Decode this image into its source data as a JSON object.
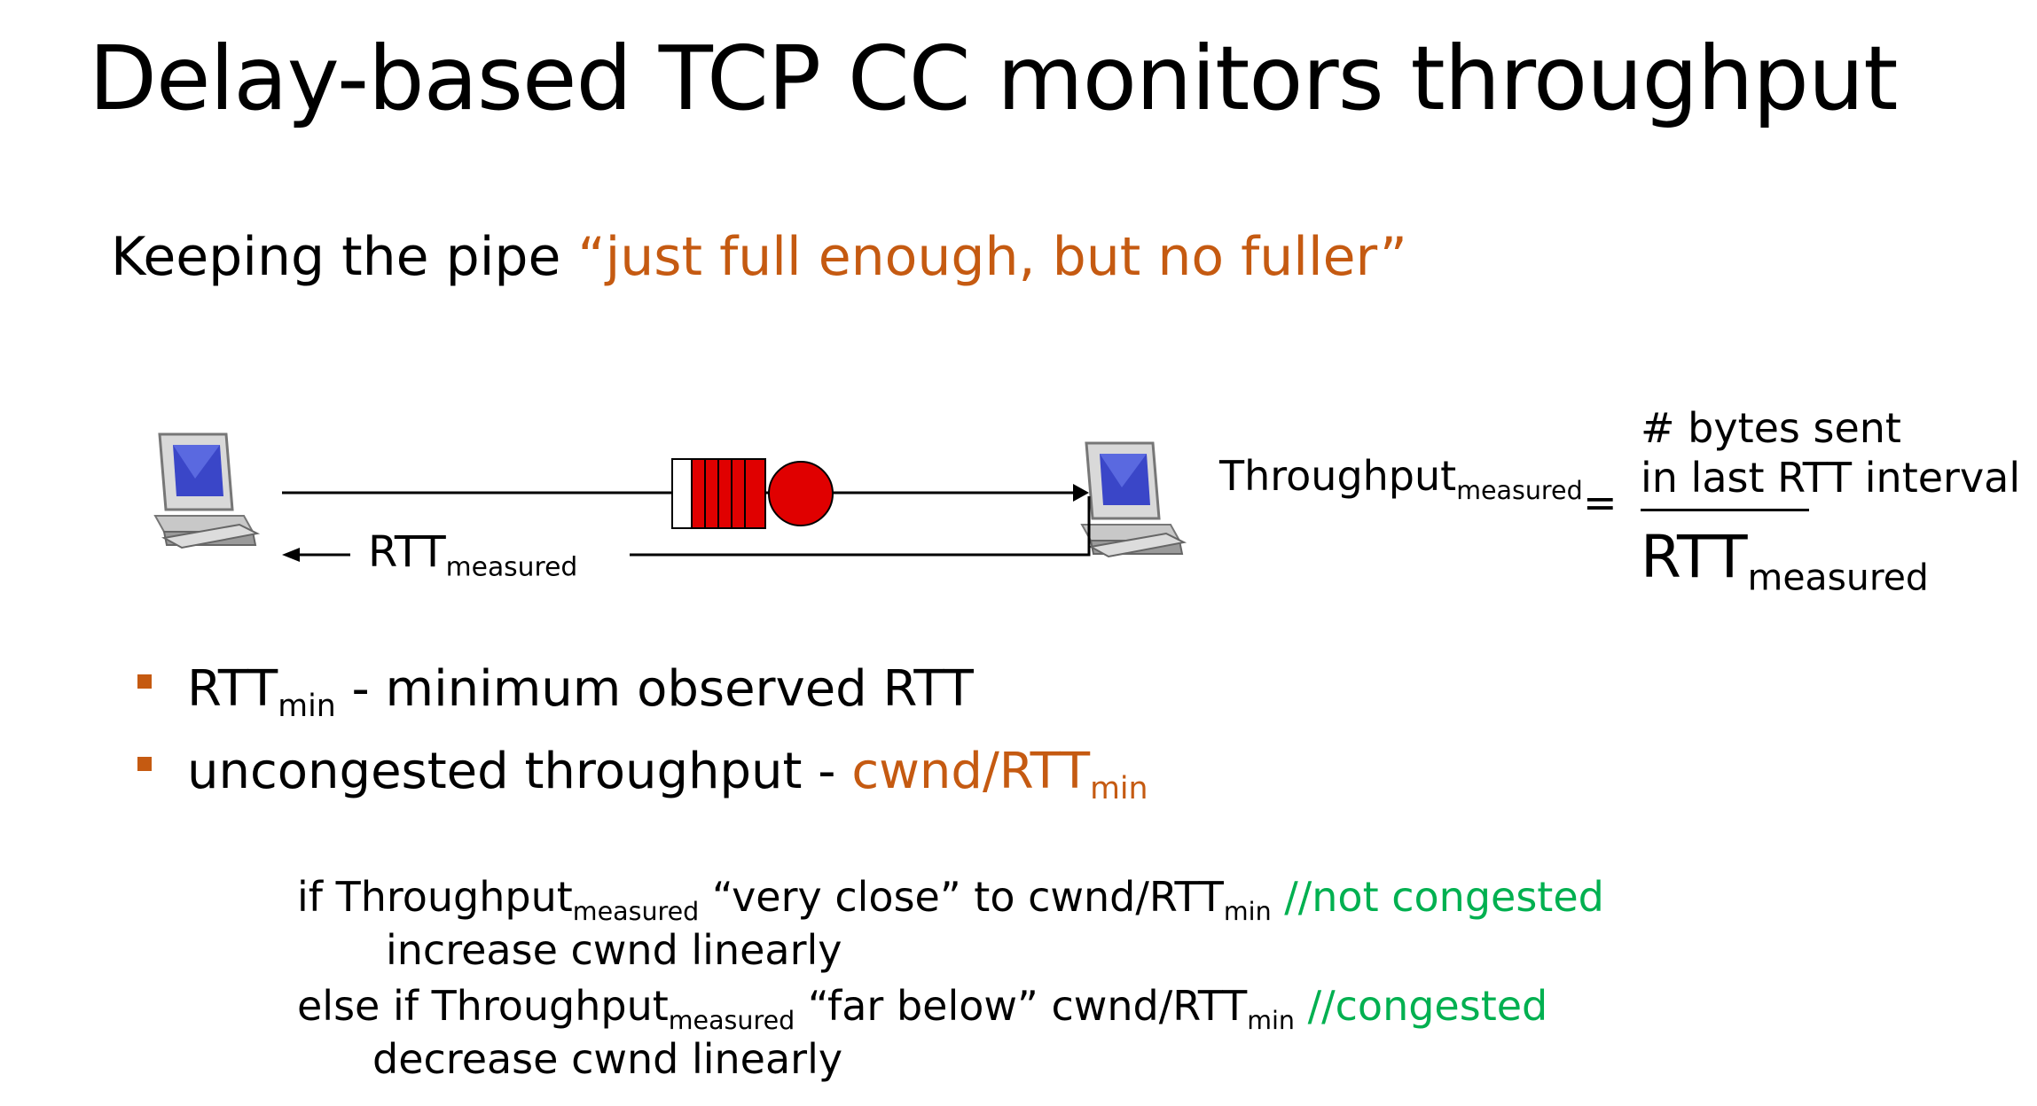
{
  "slide": {
    "title": "Delay-based TCP CC monitors throughput",
    "subtitle_prefix": "Keeping the pipe ",
    "subtitle_quote": "“just full enough, but no fuller”"
  },
  "diagram": {
    "rtt_base": "RTT",
    "rtt_sub": "measured",
    "throughput_base": "Throughput",
    "throughput_sub": "measured",
    "equals": "=",
    "numerator_line1": "# bytes sent",
    "numerator_line2": "in last RTT interval",
    "denominator_base": "RTT",
    "denominator_sub": "measured",
    "colors": {
      "queue_red": "#E00000",
      "accent_orange": "#C55A11",
      "comment_green": "#00B050"
    }
  },
  "bullets": [
    {
      "base": "RTT",
      "sub": "min",
      "text": " - minimum observed RTT"
    },
    {
      "text": "uncongested throughput - ",
      "orange_base": "cwnd/RTT",
      "orange_sub": "min"
    }
  ],
  "pseudocode": {
    "l1_if": "if  Throughput",
    "l1_sub": "measured",
    "l1_mid": " “very close” to  cwnd/RTT",
    "l1_sub2": "min",
    "l1_comment": "//not congested",
    "l2": "increase cwnd linearly",
    "l3_if": "else if  Throughput",
    "l3_sub": "measured",
    "l3_mid": "  “far below” cwnd/RTT",
    "l3_sub2": "min",
    "l3_comment": "//congested",
    "l4": "decrease cwnd linearly"
  }
}
